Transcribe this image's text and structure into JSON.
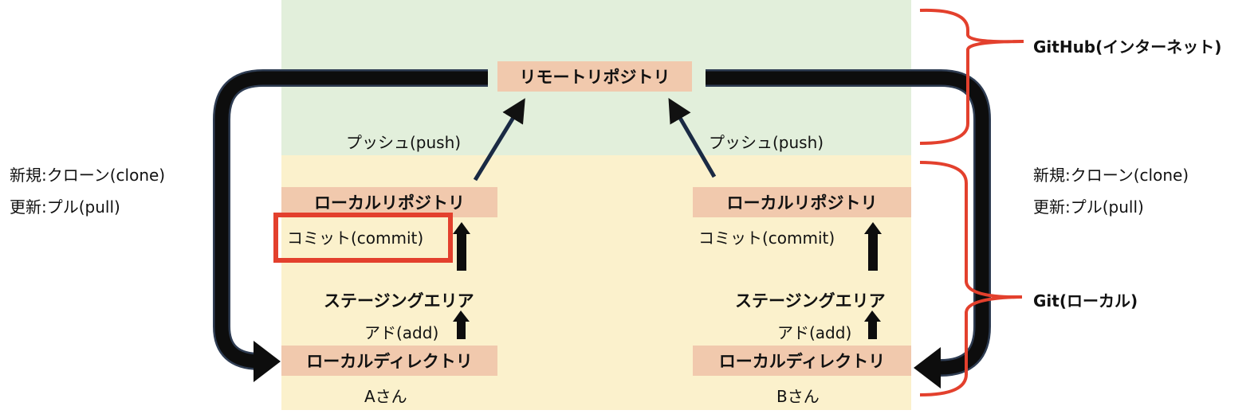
{
  "remote_repo": "リモートリポジトリ",
  "push_label_a": "プッシュ(push)",
  "push_label_b": "プッシュ(push)",
  "left_note": {
    "line1": "新規:クローン(clone)",
    "line2": "更新:プル(pull)"
  },
  "right_note": {
    "line1": "新規:クローン(clone)",
    "line2": "更新:プル(pull)"
  },
  "user_a": {
    "local_repo": "ローカルリポジトリ",
    "commit": "コミット(commit)",
    "staging": "ステージングエリア",
    "add": "アド(add)",
    "local_dir": "ローカルディレクトリ",
    "name": "Aさん"
  },
  "user_b": {
    "local_repo": "ローカルリポジトリ",
    "commit": "コミット(commit)",
    "staging": "ステージングエリア",
    "add": "アド(add)",
    "local_dir": "ローカルディレクトリ",
    "name": "Bさん"
  },
  "brace_labels": {
    "github": "GitHub(インターネット)",
    "git": "Git(ローカル)"
  },
  "colors": {
    "remote_zone": "#e2efdb",
    "local_zone": "#fbf1cc",
    "box": "#f1c9ad",
    "highlight": "#e3402d",
    "arrow": "#111111"
  }
}
